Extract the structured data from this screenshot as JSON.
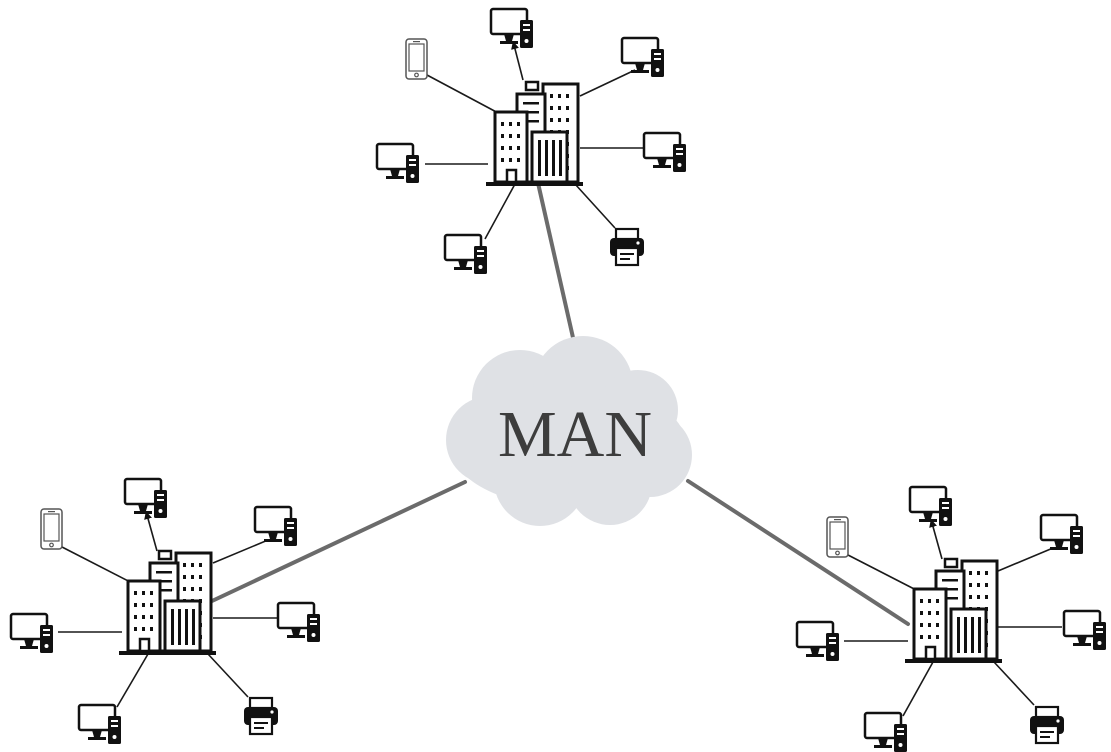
{
  "diagram": {
    "title": "",
    "cloud": {
      "label": "MAN",
      "icon": "cloud-icon",
      "fill": "#dfe1e5"
    },
    "colors": {
      "backbone": "#6b6b6b",
      "device_link": "#1a1a1a",
      "icon": "#111111"
    },
    "sites": [
      {
        "id": "top",
        "icon": "office-building-icon",
        "devices": [
          "desktop-computer-icon",
          "desktop-computer-icon",
          "desktop-computer-icon",
          "desktop-computer-icon",
          "desktop-computer-icon",
          "smartphone-icon",
          "printer-icon"
        ]
      },
      {
        "id": "left",
        "icon": "office-building-icon",
        "devices": [
          "desktop-computer-icon",
          "desktop-computer-icon",
          "desktop-computer-icon",
          "desktop-computer-icon",
          "desktop-computer-icon",
          "smartphone-icon",
          "printer-icon"
        ]
      },
      {
        "id": "right",
        "icon": "office-building-icon",
        "devices": [
          "desktop-computer-icon",
          "desktop-computer-icon",
          "desktop-computer-icon",
          "desktop-computer-icon",
          "desktop-computer-icon",
          "smartphone-icon",
          "printer-icon"
        ]
      }
    ],
    "links": [
      {
        "from": "top",
        "to": "cloud"
      },
      {
        "from": "left",
        "to": "cloud"
      },
      {
        "from": "right",
        "to": "cloud"
      }
    ]
  }
}
